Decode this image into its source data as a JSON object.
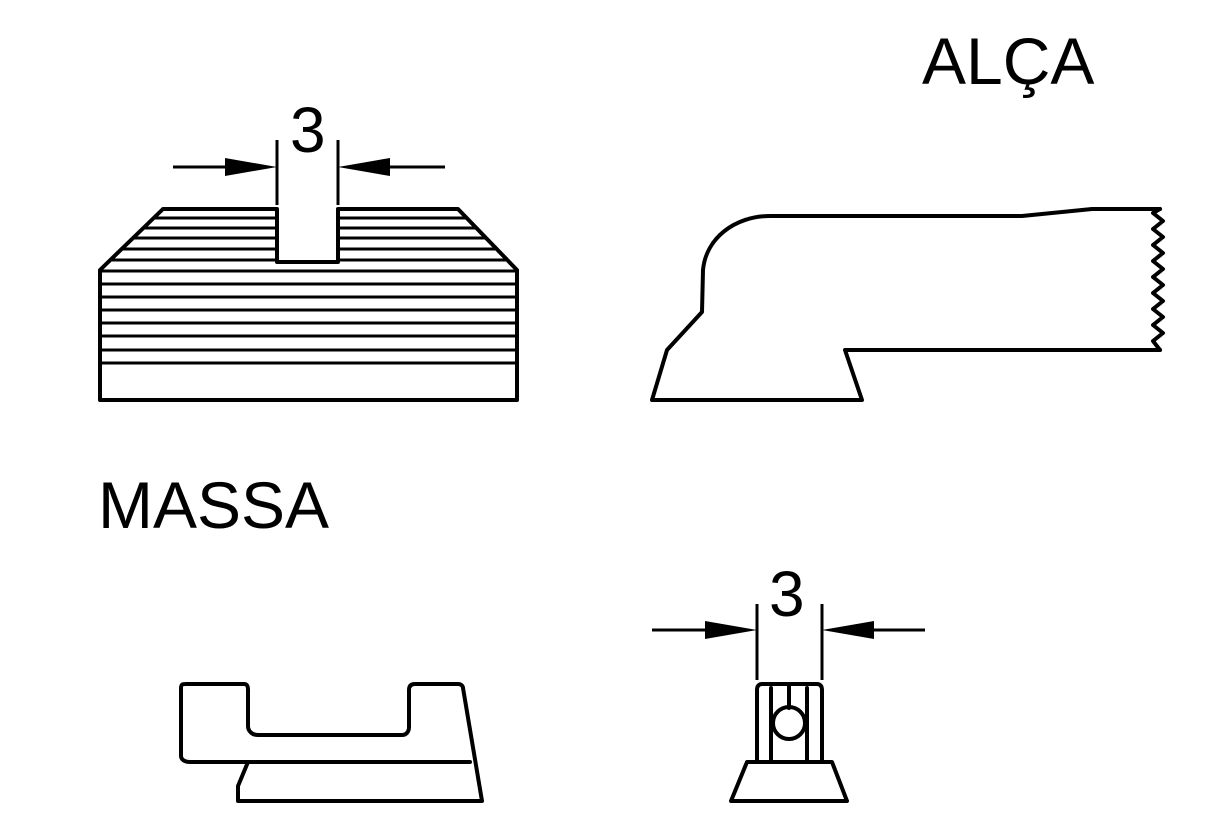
{
  "labels": {
    "top_right": "ALÇA",
    "middle_left": "MASSA"
  },
  "dimensions": {
    "top_slot_width": "3",
    "bottom_post_width": "3"
  },
  "colors": {
    "line": "#000000",
    "background": "#ffffff"
  }
}
